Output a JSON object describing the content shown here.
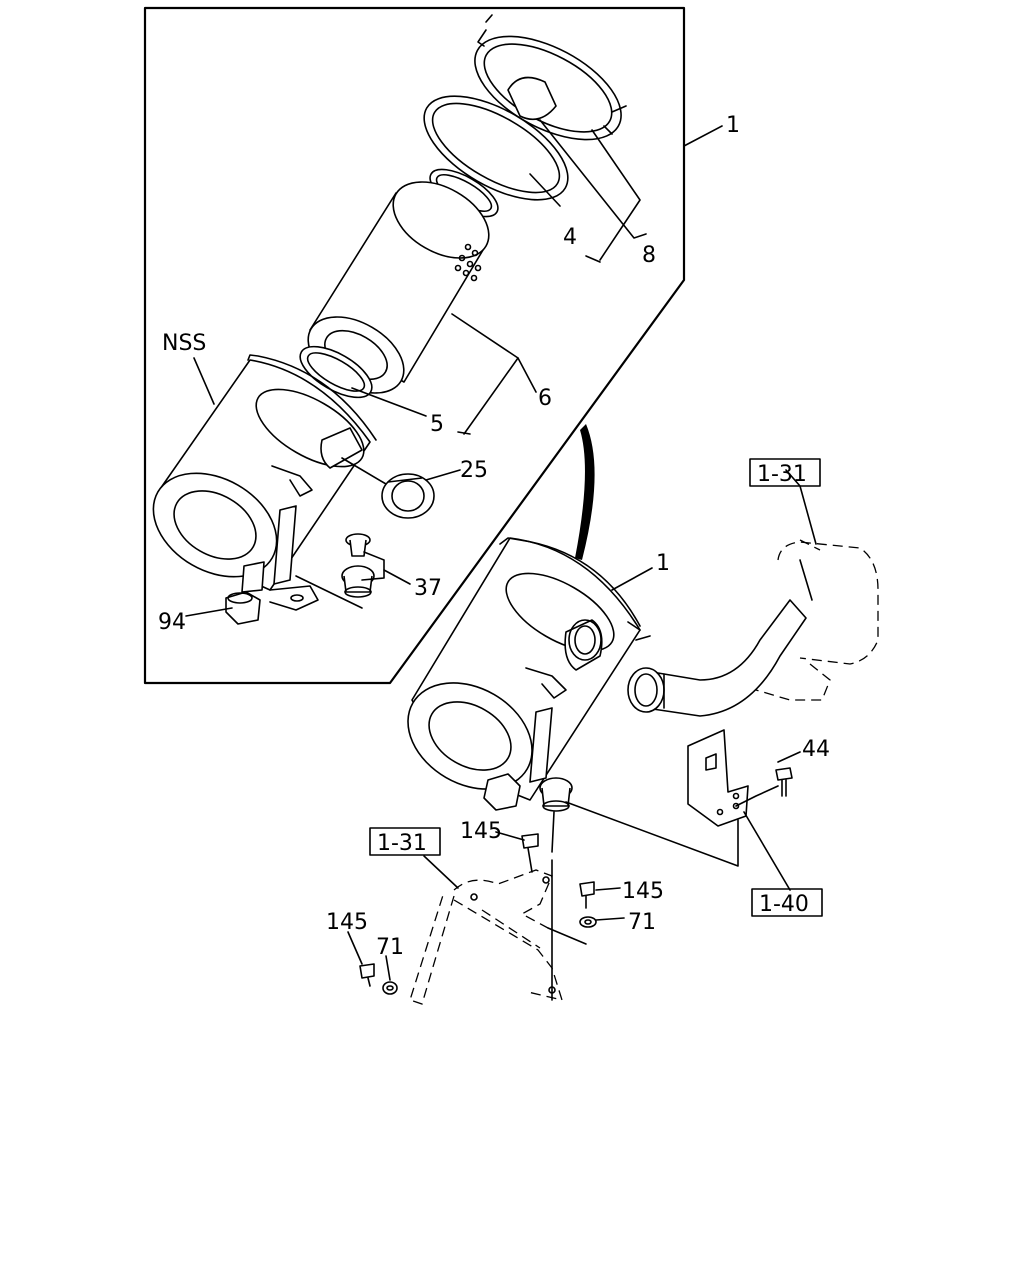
{
  "labels": {
    "p1_top": "1",
    "p1_lower": "1",
    "p4": "4",
    "p8": "8",
    "p6": "6",
    "p5": "5",
    "p25": "25",
    "p37": "37",
    "p94": "94",
    "nss": "NSS",
    "p44": "44",
    "p145_a": "145",
    "p145_b": "145",
    "p145_c": "145",
    "p71_a": "71",
    "p71_b": "71"
  },
  "references": {
    "ref_right": "1-31",
    "ref_left": "1-31",
    "ref_bracket": "1-40"
  }
}
